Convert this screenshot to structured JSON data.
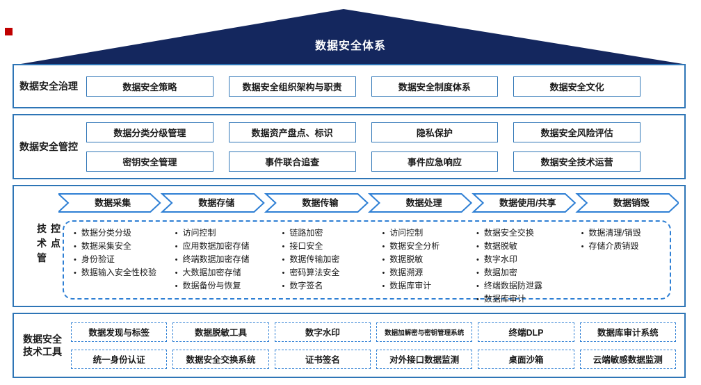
{
  "colors": {
    "navy": "#14275E",
    "blue": "#2E75B6",
    "blue_bright": "#2E7FD4",
    "red": "#C00000",
    "text": "#1a1a1a"
  },
  "roof": {
    "title": "数据安全体系"
  },
  "governance": {
    "label": "数据安全治理",
    "boxes": [
      "数据安全策略",
      "数据安全组织架构与职责",
      "数据安全制度体系",
      "数据安全文化"
    ]
  },
  "control": {
    "label": "数据安全管控",
    "rows": [
      [
        "数据分类分级管理",
        "数据资产盘点、标识",
        "隐私保护",
        "数据安全风险评估"
      ],
      [
        "密钥安全管理",
        "事件联合追查",
        "事件应急响应",
        "数据安全技术运营"
      ]
    ]
  },
  "tech_points": {
    "label": "技术管控点",
    "stages": [
      "数据采集",
      "数据存储",
      "数据传输",
      "数据处理",
      "数据使用/共享",
      "数据销毁"
    ],
    "columns": [
      [
        "数据分类分级",
        "数据采集安全",
        "身份验证",
        "数据输入安全性校验"
      ],
      [
        "访问控制",
        "应用数据加密存储",
        "终端数据加密存储",
        "大数据加密存储",
        "数据备份与恢复"
      ],
      [
        "链路加密",
        "接口安全",
        "数据传输加密",
        "密码算法安全",
        "数字签名"
      ],
      [
        "访问控制",
        "数据安全分析",
        "数据脱敏",
        "数据溯源",
        "数据库审计"
      ],
      [
        "数据安全交换",
        "数据脱敏",
        "数字水印",
        "数据加密",
        "终端数据防泄露",
        "数据库审计"
      ],
      [
        "数据清理/销毁",
        "存储介质销毁"
      ]
    ]
  },
  "tools": {
    "label_line1": "数据安全",
    "label_line2": "技术工具",
    "rows": [
      [
        "数据发现与标签",
        "数据脱敏工具",
        "数字水印",
        "数据加解密与密钥管理系统",
        "终端DLP",
        "数据库审计系统"
      ],
      [
        "统一身份认证",
        "数据安全交换系统",
        "证书签名",
        "对外接口数据监测",
        "桌面沙箱",
        "云端敏感数据监测"
      ]
    ]
  }
}
